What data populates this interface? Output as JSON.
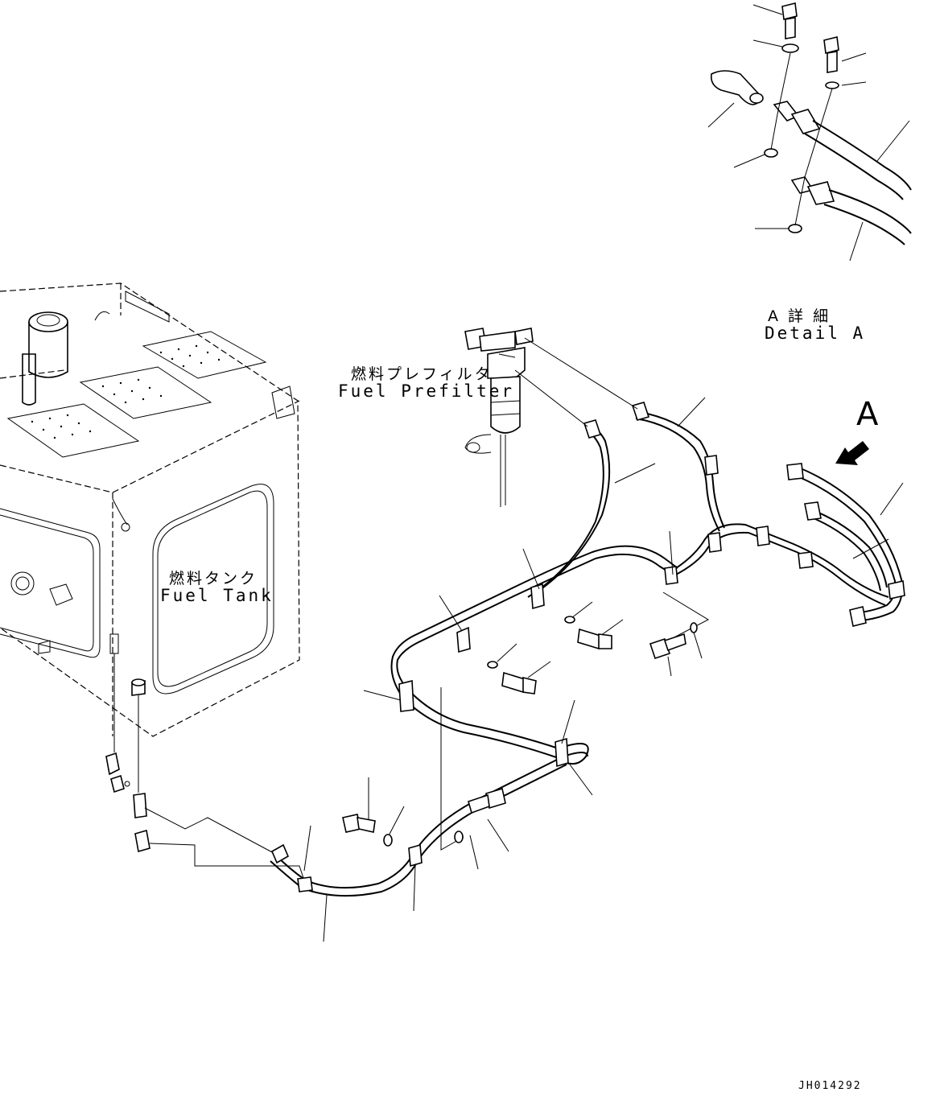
{
  "labels": {
    "detail_jp": "A 詳 細",
    "detail_en": "Detail A",
    "prefilter_jp": "燃料プレフィルタ",
    "prefilter_en": "Fuel Prefilter",
    "tank_jp": "燃料タンク",
    "tank_en": "Fuel Tank",
    "view_arrow": "A",
    "drawing_no": "JH014292"
  }
}
